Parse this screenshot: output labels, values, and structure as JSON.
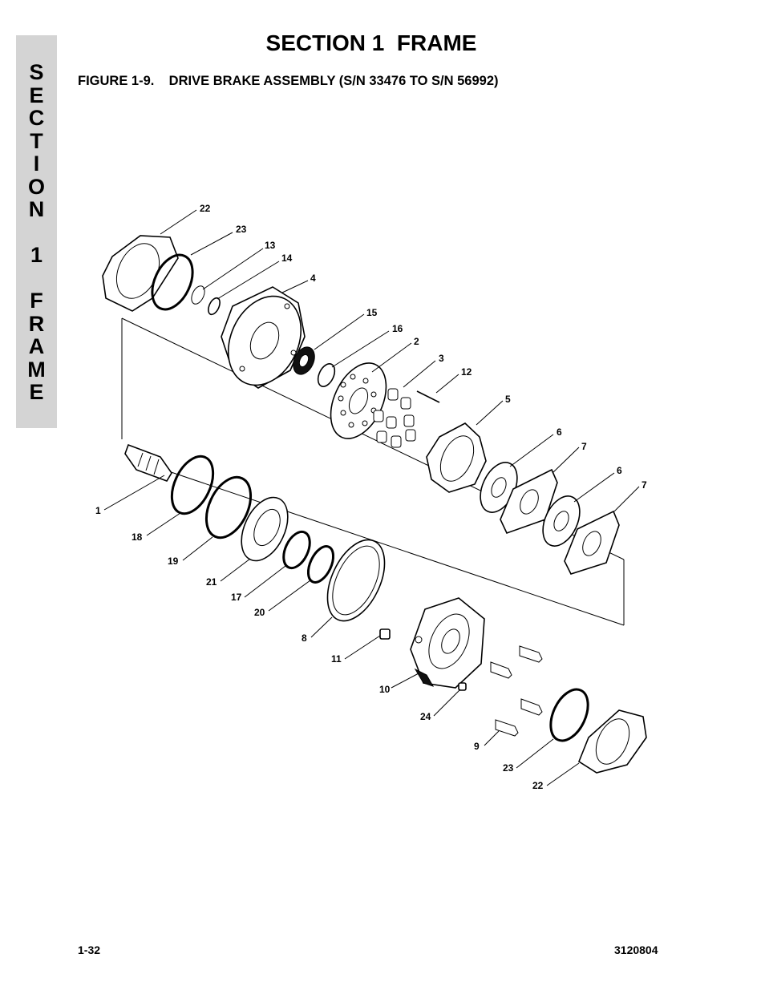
{
  "page": {
    "section_title": "SECTION 1  FRAME",
    "figure_title": "FIGURE 1-9.    DRIVE BRAKE ASSEMBLY (S/N 33476 TO S/N 56992)",
    "side_tab_letters": [
      "S",
      "E",
      "C",
      "T",
      "I",
      "O",
      "N",
      "",
      "1",
      "",
      "F",
      "R",
      "A",
      "M",
      "E"
    ],
    "page_number": "1-32",
    "document_number": "3120804"
  },
  "callouts": {
    "c1": "1",
    "c2": "2",
    "c3": "3",
    "c4": "4",
    "c5": "5",
    "c6a": "6",
    "c6b": "6",
    "c7a": "7",
    "c7b": "7",
    "c8": "8",
    "c9": "9",
    "c10": "10",
    "c11": "11",
    "c12": "12",
    "c13": "13",
    "c14": "14",
    "c15": "15",
    "c16": "16",
    "c17": "17",
    "c18": "18",
    "c19": "19",
    "c20": "20",
    "c21": "21",
    "c22a": "22",
    "c22b": "22",
    "c23a": "23",
    "c23b": "23",
    "c24": "24"
  }
}
